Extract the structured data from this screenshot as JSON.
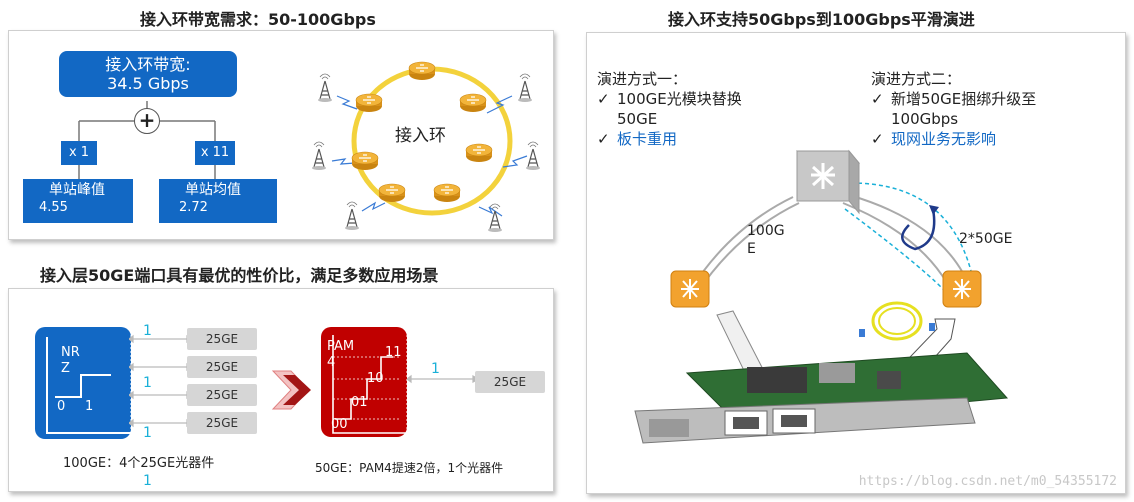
{
  "top_left": {
    "title": "接入环带宽需求：50-100Gbps",
    "ring_bandwidth": {
      "label": "接入环带宽:",
      "value": "34.5 Gbps"
    },
    "plus_symbol": "+",
    "left_branch": {
      "multiplier": "x 1",
      "label": "单站峰值",
      "value": "4.55"
    },
    "right_branch": {
      "multiplier": "x 11",
      "label": "单站均值",
      "value": "2.72"
    },
    "ring_label": "接入环"
  },
  "bottom_left": {
    "title": "接入层50GE端口具有最优的性价比，满足多数应用场景",
    "nrz": {
      "line1": "NR",
      "line2": "Z",
      "bit0": "0",
      "bit1": "1"
    },
    "nrz_lanes": [
      {
        "num": "1",
        "tag": "25GE"
      },
      {
        "num": "",
        "tag": "25GE"
      },
      {
        "num": "1",
        "tag": "25GE"
      },
      {
        "num": "1",
        "tag": "25GE"
      }
    ],
    "pam": {
      "label": "PAM",
      "digit": "4",
      "l11": "11",
      "l10": "10",
      "l01": "01",
      "l00": "00"
    },
    "pam_lane": {
      "num": "1",
      "tag": "25GE"
    },
    "caption_100ge": "100GE：4个25GE光器件",
    "caption_100ge_num": "1",
    "caption_50ge": "50GE：PAM4提速2倍，1个光器件"
  },
  "right": {
    "title": "接入环支持50Gbps到100Gbps平滑演进",
    "method1": {
      "heading": "演进方式一：",
      "item1": "100GE光模块替换50GE",
      "item2": "板卡重用"
    },
    "method2": {
      "heading": "演进方式二：",
      "item1": "新增50GE捆绑升级至100Gbps",
      "item2": "现网业务无影响"
    },
    "link_100ge": "100GE",
    "link_2x50ge": "2*50GE",
    "check": "✓"
  },
  "watermark": "https://blog.csdn.net/m0_54355172",
  "colors": {
    "blue": "#1268c4",
    "red": "#c00000",
    "gold": "#e8a41c",
    "gray": "#d6d6d6",
    "cyan": "#1ab0d8"
  },
  "icons": [
    "router-node-icon",
    "antenna-tower-icon",
    "switch-icon",
    "optical-fiber-icon",
    "line-card-icon",
    "arrow-right-icon"
  ]
}
